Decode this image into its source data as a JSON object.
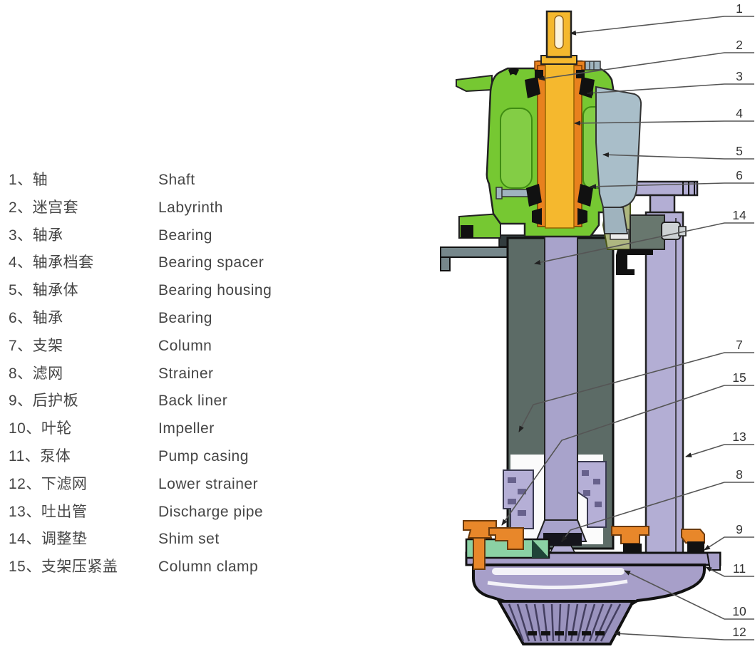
{
  "legend": {
    "items": [
      {
        "zh": "1、轴",
        "en": "Shaft"
      },
      {
        "zh": "2、迷宫套",
        "en": "Labyrinth"
      },
      {
        "zh": "3、轴承",
        "en": "Bearing"
      },
      {
        "zh": "4、轴承档套",
        "en": "Bearing spacer"
      },
      {
        "zh": "5、轴承体",
        "en": "Bearing housing"
      },
      {
        "zh": "6、轴承",
        "en": "Bearing"
      },
      {
        "zh": "7、支架",
        "en": "Column"
      },
      {
        "zh": "8、滤网",
        "en": "Strainer"
      },
      {
        "zh": "9、后护板",
        "en": "Back liner"
      },
      {
        "zh": "10、叶轮",
        "en": "Impeller"
      },
      {
        "zh": "11、泵体",
        "en": "Pump casing"
      },
      {
        "zh": "12、下滤网",
        "en": "Lower strainer"
      },
      {
        "zh": "13、吐出管",
        "en": "Discharge pipe"
      },
      {
        "zh": "14、调整垫",
        "en": "Shim set"
      },
      {
        "zh": "15、支架压紧盖",
        "en": "Column clamp"
      }
    ]
  },
  "callouts": [
    {
      "label": "1"
    },
    {
      "label": "2"
    },
    {
      "label": "3"
    },
    {
      "label": "4"
    },
    {
      "label": "5"
    },
    {
      "label": "6"
    },
    {
      "label": "14"
    },
    {
      "label": "7"
    },
    {
      "label": "15"
    },
    {
      "label": "13"
    },
    {
      "label": "8"
    },
    {
      "label": "9"
    },
    {
      "label": "11"
    },
    {
      "label": "10"
    },
    {
      "label": "12"
    }
  ],
  "colors": {
    "shaft_yellow": "#F5B82E",
    "sleeve_orange": "#E8811E",
    "bearing_green": "#76C832",
    "bearing_green_light": "#83CD45",
    "housing_gray_blue": "#A9BEC9",
    "pipe_lavender": "#B3AED4",
    "casing_lavender": "#A79FC9",
    "strainer_lavender": "#9A93BE",
    "column_dark": "#5C6B66",
    "plate_mint": "#8BD1A4",
    "bolt_orange": "#E8872A",
    "bracket_olive": "#AEB780",
    "outline": "#111111",
    "text_gray": "#454545"
  }
}
